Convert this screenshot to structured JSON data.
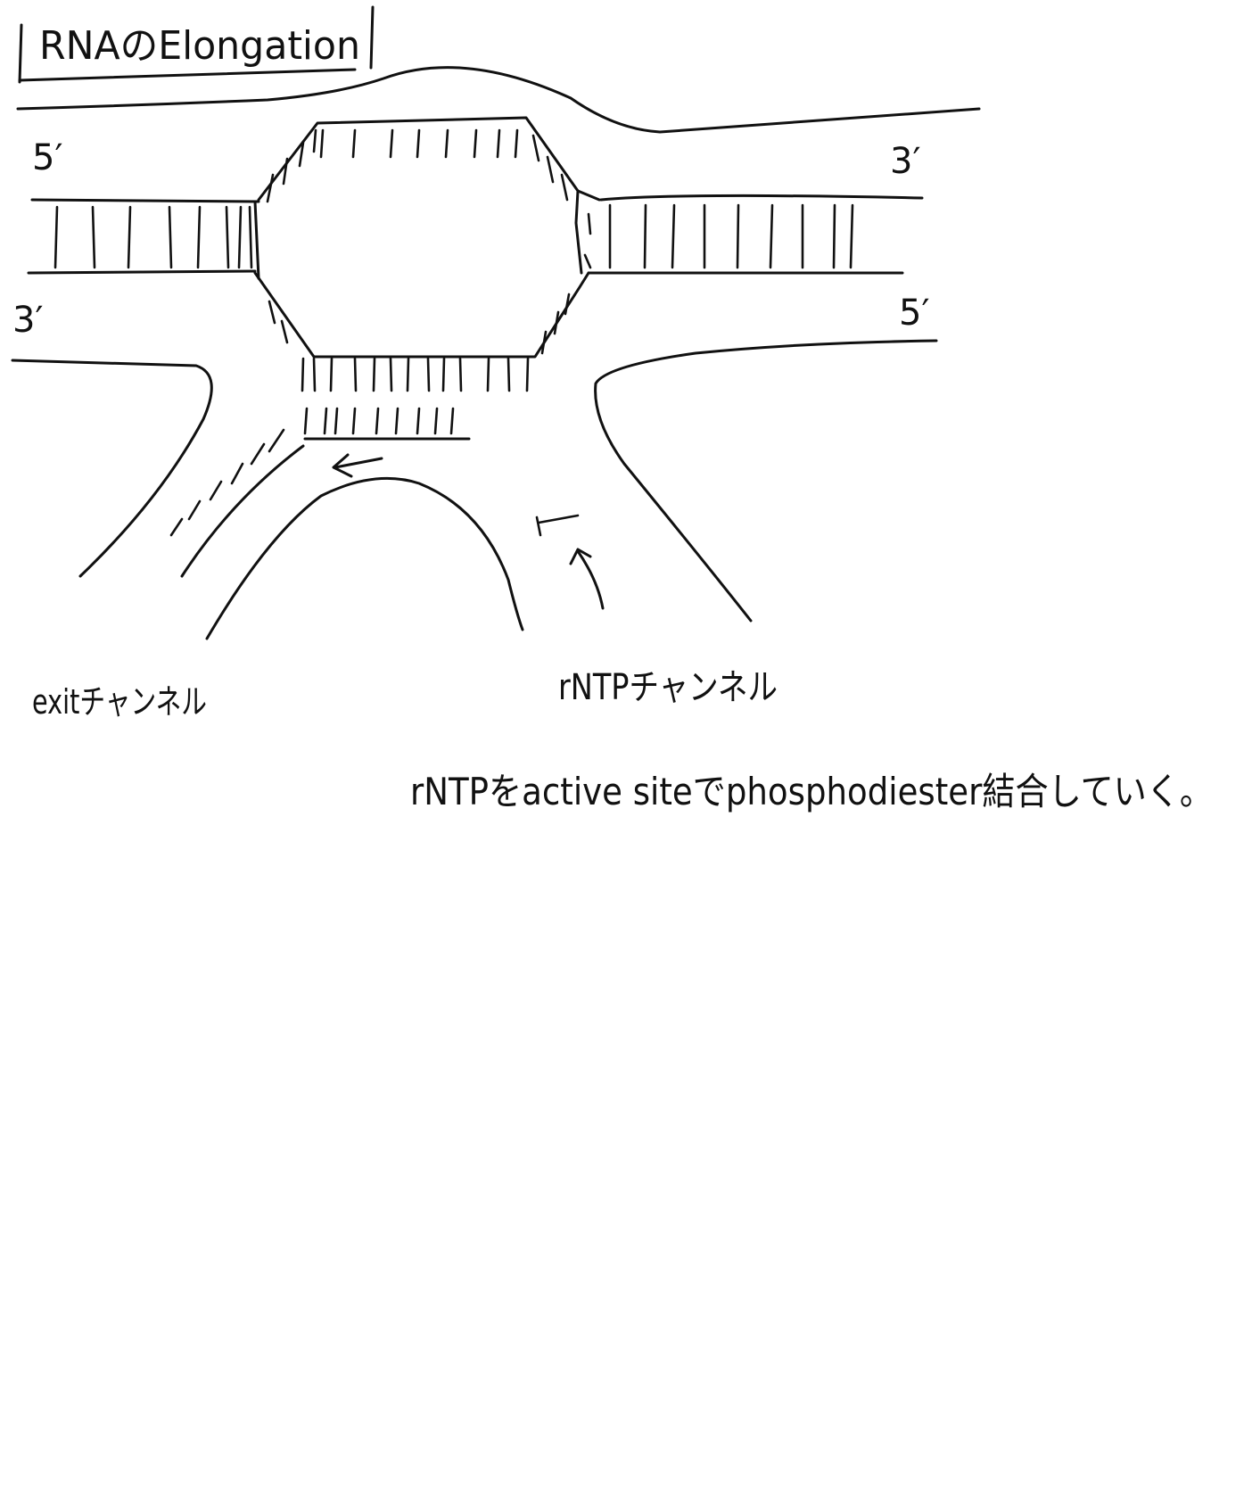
{
  "title": "RNAのElongation",
  "strand_labels": {
    "top_left": "5′",
    "top_right": "3′",
    "bottom_left": "3′",
    "bottom_right": "5′"
  },
  "channel_labels": {
    "exit": "exitチャンネル",
    "rntp": "rNTPチャンネル"
  },
  "note": "rNTPをactive siteでphosphodiester結合していく。",
  "colors": {
    "ink": "#111111",
    "paper": "#ffffff"
  }
}
